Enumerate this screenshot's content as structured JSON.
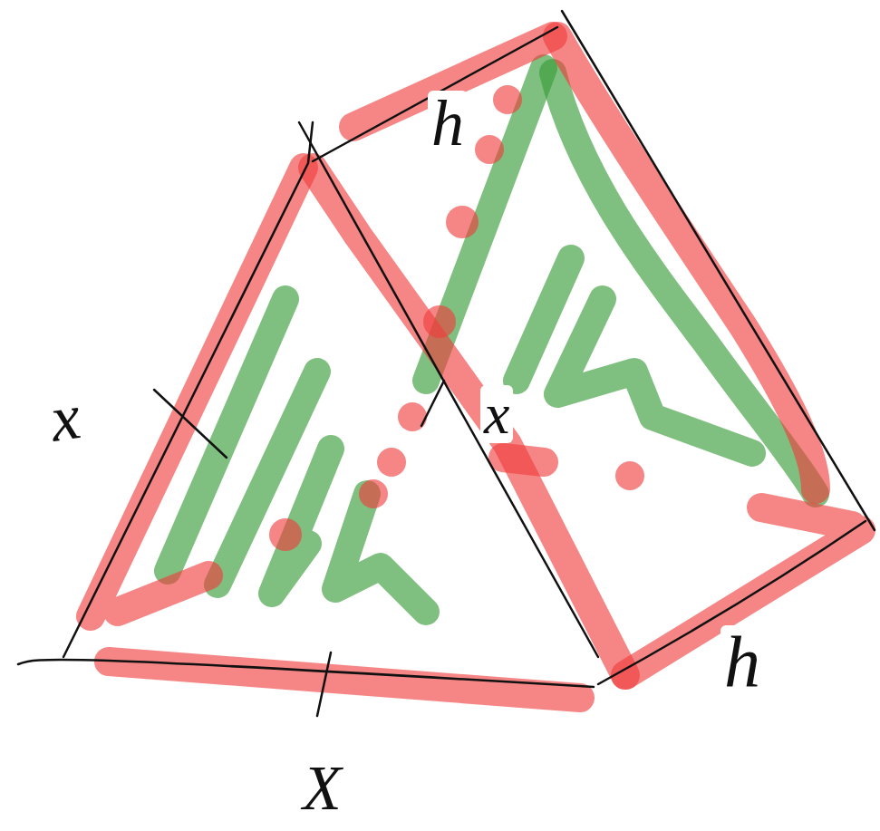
{
  "diagram": {
    "labels": [
      "h",
      "x",
      "x",
      "h",
      "X"
    ]
  }
}
